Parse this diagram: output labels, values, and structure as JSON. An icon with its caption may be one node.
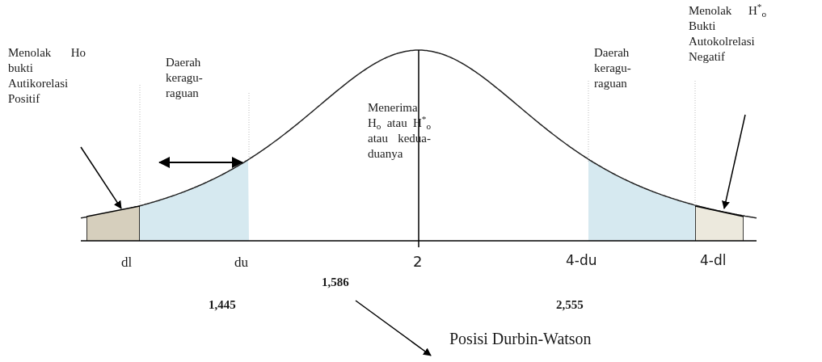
{
  "diagram": {
    "nodes": [
      {
        "text": [
          "Menolak Ho bukti Autikorelasi Positif"
        ]
      },
      {
        "text": [],
        "shape": "box"
      },
      {
        "text": [
          "Daerah keragu-raguan"
        ]
      },
      {
        "text": [
          "Menerima H$_{o}$ atau H$^{*}$$_{o}$ atau kedua-duanya"
        ]
      },
      {
        "text": [
          "Daerah keragu-raguan"
        ]
      },
      {
        "text": [
          "Menolak H$^{*}$$_{o}$ Bukti Autokolrelasi Negatif"
        ]
      },
      {
        "text": [],
        "shape": "box"
      },
      {
        "text": [
          "1,586"
        ]
      }
    ],
    "edges": [
      {
        "from": 0,
        "to": 1,
        "arrow": "to"
      },
      {
        "from": 5,
        "to": 6,
        "arrow": "to"
      },
      {
        "from": 7,
        "to": null,
        "arrow": "to"
      }
    ],
    "labels": [
      "dl",
      "du",
      "2",
      "4-du",
      "4-dl",
      "1,445",
      "2,555",
      "Posisi Durbin-Watson"
    ]
  }
}
